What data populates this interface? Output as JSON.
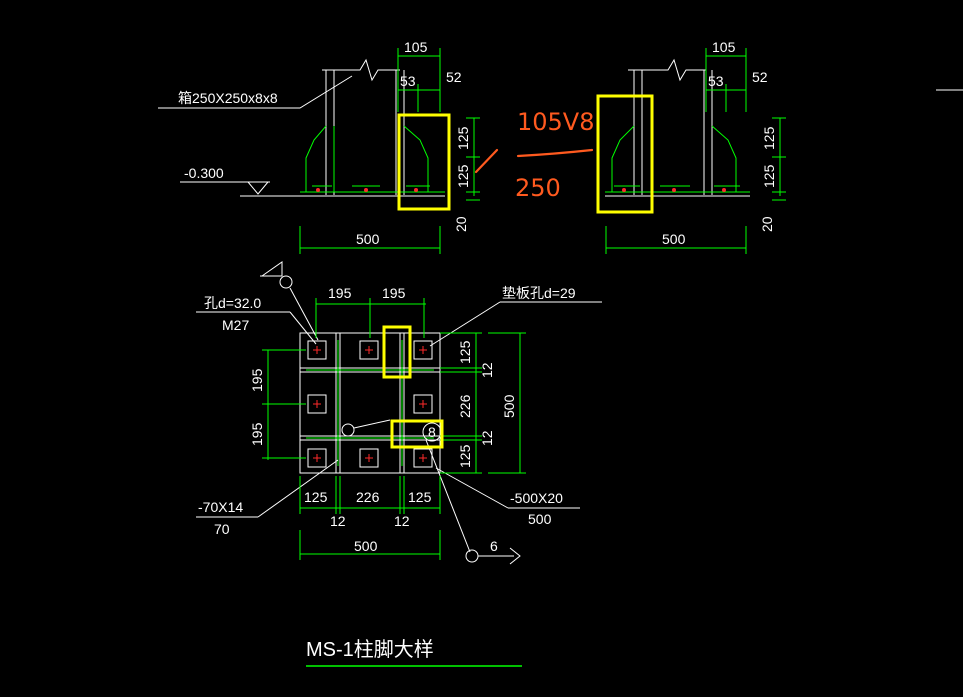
{
  "colors": {
    "background": "#000000",
    "line_white": "#ffffff",
    "line_green": "#00ff00",
    "highlight_yellow": "#ffff00",
    "annotation_orange": "#ff5a1f",
    "bolt_red": "#ff2a2a"
  },
  "elevation_left": {
    "column_label": "箱250X250x8x8",
    "level": "-0.300",
    "dim_top_total": "105",
    "dim_top_a": "53",
    "dim_top_b": "52",
    "dim_right_upper": "125",
    "dim_right_lower": "125",
    "dim_right_base": "20",
    "dim_bottom": "500"
  },
  "elevation_right": {
    "dim_top_total": "105",
    "dim_top_a": "53",
    "dim_top_b": "52",
    "dim_right_upper": "125",
    "dim_right_lower": "125",
    "dim_right_base": "20",
    "dim_bottom": "500"
  },
  "annotation": {
    "numerator": "105V8",
    "denominator": "250"
  },
  "plan": {
    "hole_label": "孔d=32.0",
    "bolt_label": "M27",
    "washer_label": "垫板孔d=29",
    "dim_top_a": "195",
    "dim_top_b": "195",
    "dim_left_a": "195",
    "dim_left_b": "195",
    "dim_right_a": "125",
    "dim_right_b": "12",
    "dim_right_c": "226",
    "dim_right_d": "12",
    "dim_right_e": "125",
    "dim_right_total": "500",
    "dim_bottom_a": "125",
    "dim_bottom_b": "226",
    "dim_bottom_c": "125",
    "dim_bottom_d": "12",
    "dim_bottom_e": "12",
    "dim_bottom_total": "500",
    "stiffener_label": "-70X14",
    "stiffener_sub": "70",
    "plate_label": "-500X20",
    "plate_sub": "500",
    "section_mark": "6",
    "detail_ring": "8"
  },
  "title": "MS-1柱脚大样"
}
